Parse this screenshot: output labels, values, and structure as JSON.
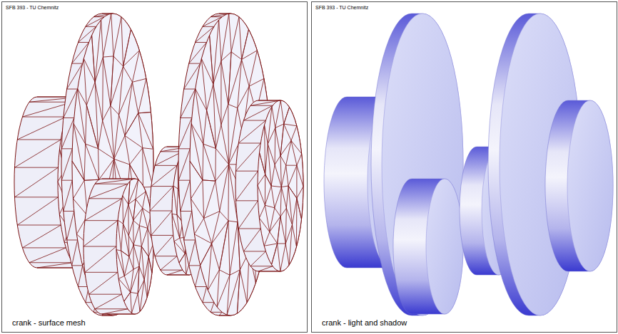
{
  "diagram": {
    "nodes": [
      {
        "text": [
          "SFB 393 - TU Chemnitz",
          "crank - surface mesh"
        ]
      },
      {
        "text": [
          "SFB 393 - TU Chemnitz",
          "crank - light and shadow"
        ]
      }
    ]
  }
}
